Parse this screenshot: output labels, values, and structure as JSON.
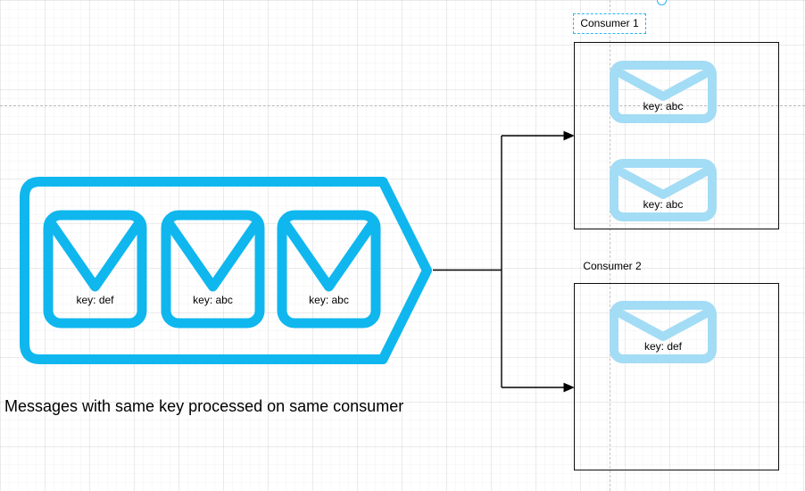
{
  "diagram": {
    "caption": "Messages with same key processed on same consumer"
  },
  "topic": {
    "messages": [
      {
        "key_label": "key: def"
      },
      {
        "key_label": "key: abc"
      },
      {
        "key_label": "key: abc"
      }
    ]
  },
  "consumers": [
    {
      "title": "Consumer 1",
      "selected": true,
      "messages": [
        {
          "key_label": "key: abc"
        },
        {
          "key_label": "key: abc"
        }
      ]
    },
    {
      "title": "Consumer 2",
      "selected": false,
      "messages": [
        {
          "key_label": "key: def"
        }
      ]
    }
  ],
  "colors": {
    "envelope_cyan": "#0fb7ee",
    "envelope_light_blue": "#a3dcf5",
    "connector_black": "#000000",
    "box_stroke": "#0d0d0d",
    "selection_blue": "#29b6f2",
    "guide_gray": "#bdbdbd"
  }
}
